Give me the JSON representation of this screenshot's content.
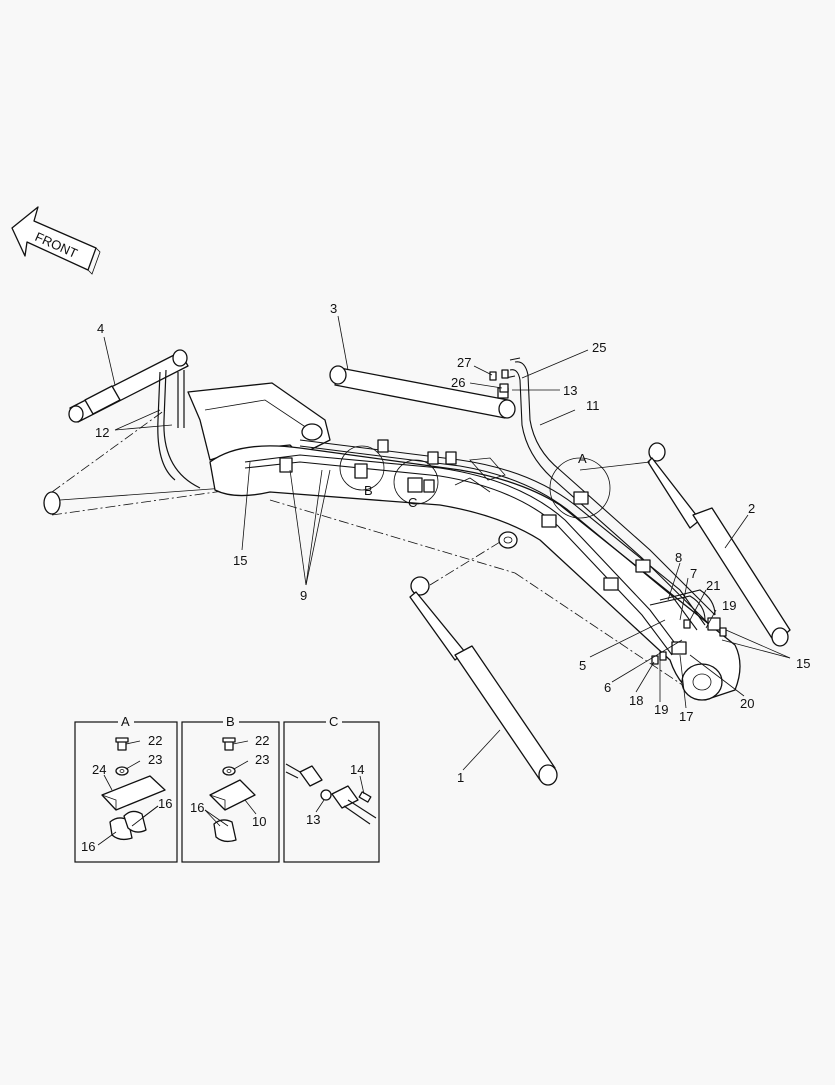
{
  "front_label": "FRONT",
  "callouts": {
    "c1": "1",
    "c2": "2",
    "c3": "3",
    "c4": "4",
    "c5": "5",
    "c6": "6",
    "c7": "7",
    "c8": "8",
    "c9": "9",
    "c11": "11",
    "c12": "12",
    "c13": "13",
    "c15a": "15",
    "c15b": "15",
    "c17": "17",
    "c18": "18",
    "c19a": "19",
    "c19b": "19",
    "c20": "20",
    "c21": "21",
    "c25": "25",
    "c26": "26",
    "c27": "27"
  },
  "detail_markers": {
    "a": "A",
    "b": "B",
    "c": "C"
  },
  "insets": {
    "a": {
      "title": "A",
      "labels": [
        "22",
        "23",
        "24",
        "16",
        "16"
      ]
    },
    "b": {
      "title": "B",
      "labels": [
        "22",
        "23",
        "16",
        "10"
      ]
    },
    "c": {
      "title": "C",
      "labels": [
        "14",
        "13"
      ]
    }
  }
}
